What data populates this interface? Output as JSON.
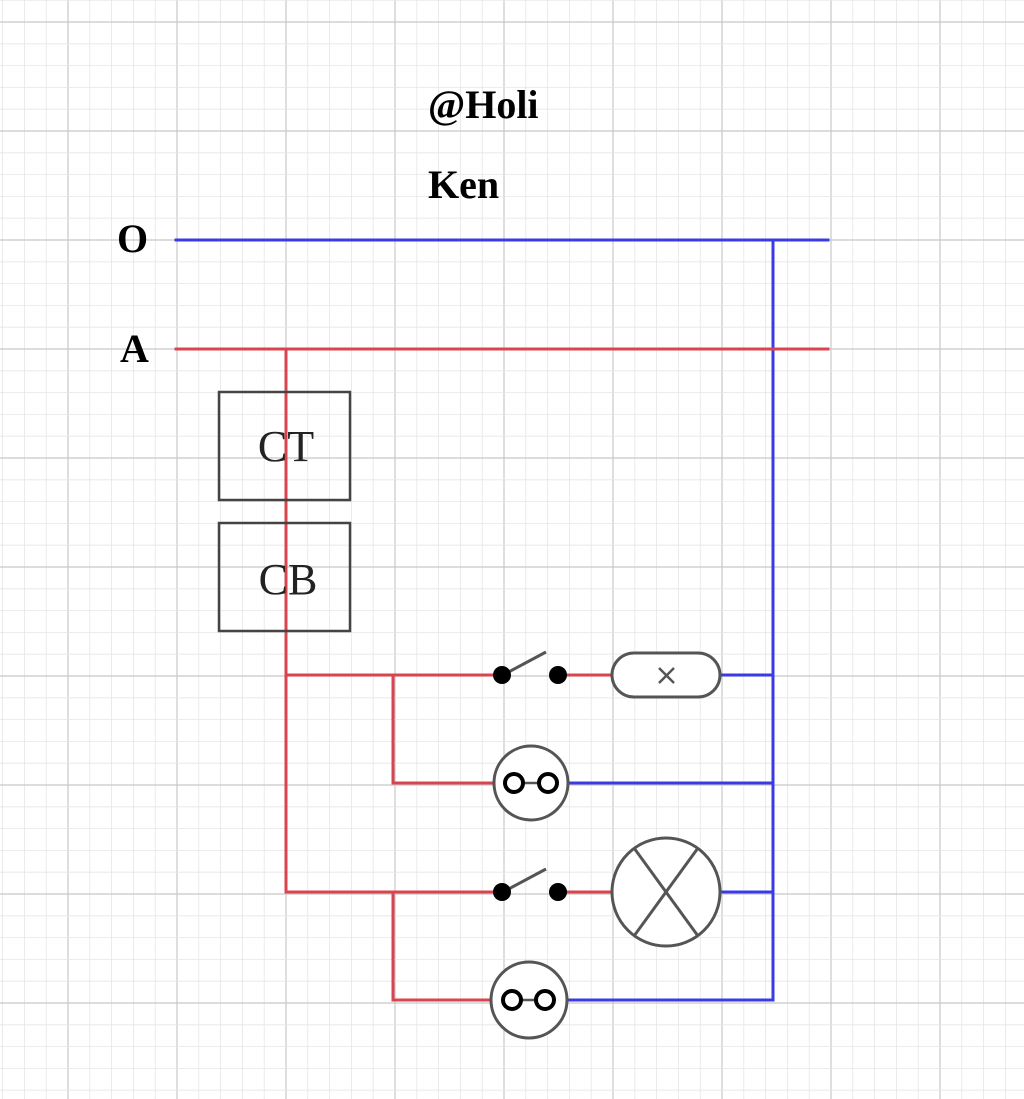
{
  "header": {
    "line1": "@Holi",
    "line2": "Ken"
  },
  "rails": {
    "neutral_label": "O",
    "phase_label": "A"
  },
  "devices": {
    "meter_label": "CT",
    "breaker_label": "CB"
  },
  "colors": {
    "phase_wire": "#d9454f",
    "neutral_wire": "#3b3be6",
    "symbol_stroke": "#555555",
    "grid_major": "#c8c8c8",
    "grid_minor": "#e6e6e6"
  },
  "icons": {
    "switch": "switch-icon",
    "fluorescent_lamp": "fluorescent-lamp-icon",
    "socket": "socket-icon",
    "lamp": "lamp-icon"
  }
}
